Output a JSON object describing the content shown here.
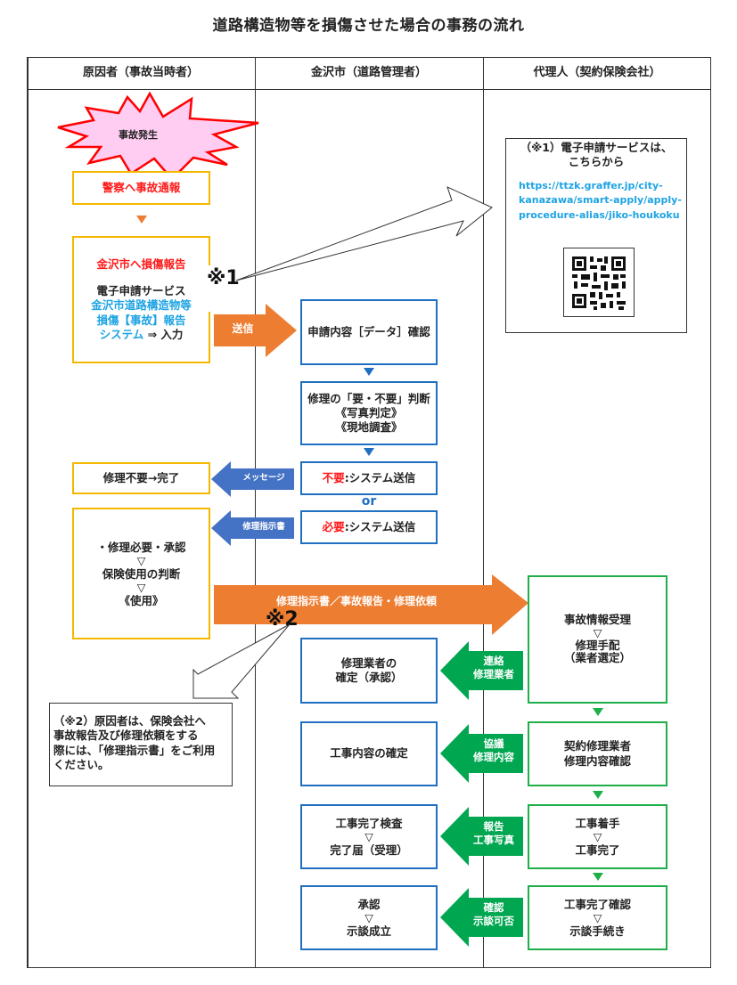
{
  "title": "道路構造物等を損傷させた場合の事務の流れ",
  "columns": [
    {
      "label": "原因者（事故当時者）"
    },
    {
      "label": "金沢市（道路管理者）"
    },
    {
      "label": "代理人（契約保険会社）"
    }
  ],
  "colors": {
    "cause_box": "#f5b800",
    "city_box": "#1f6fc2",
    "agent_box": "#1fae4a",
    "orange_arrow": "#ed7d31",
    "blue_arrow": "#4472c4",
    "green_arrow": "#00a650",
    "burst_fill": "#ffccf2",
    "burst_stroke": "#ff0000",
    "highlight_red": "#ff1a1a",
    "link_cyan": "#1ea3e3"
  },
  "cause": {
    "accident_burst": "事故発生",
    "police_report": "警察へ事故通報",
    "damage_report": {
      "heading": "金沢市へ損傷報告",
      "line1": "電子申請サービス",
      "system_name_1": "金沢市道路構造物等",
      "system_name_2": "損傷【事故】報告",
      "system_name_3": "システム",
      "input_suffix": " ⇒ 入力"
    },
    "no_repair_done": "修理不要→完了",
    "repair_needed": {
      "line1": "・修理必要・承認",
      "sep1": "▽",
      "line2": "保険使用の判断",
      "sep2": "▽",
      "line3": "《使用》"
    },
    "ref_mark_1": "※1",
    "ref_mark_2": "※2"
  },
  "city": {
    "check_application": "申請内容［データ］確認",
    "repair_judgement": {
      "line1": "修理の「要・不要」判断",
      "line2": "《写真判定》",
      "line3": "《現地調査》"
    },
    "not_needed": {
      "highlight": "不要",
      "rest": ":システム送信"
    },
    "or_label": "or",
    "needed": {
      "highlight": "必要",
      "rest": ":システム送信"
    },
    "contractor_confirm": {
      "line1": "修理業者の",
      "line2": "確定（承認）"
    },
    "work_content_confirm": "工事内容の確定",
    "completion_inspection": {
      "line1": "工事完了検査",
      "sep": "▽",
      "line2": "完了届（受理）"
    },
    "settlement": {
      "line1": "承認",
      "sep": "▽",
      "line2": "示談成立"
    }
  },
  "agent": {
    "note1": {
      "heading_1": "（※1）電子申請サービスは、",
      "heading_2": "こちらから",
      "url_1": "https://ttzk.graffer.jp/city-",
      "url_2": "kanazawa/smart-apply/apply-",
      "url_3": "procedure-alias/jiko-houkoku",
      "qr_code_icon": "qr-code"
    },
    "accident_info_received": {
      "line1": "事故情報受理",
      "sep": "▽",
      "line2": "修理手配",
      "line3": "（業者選定）"
    },
    "contract_repairer": {
      "line1": "契約修理業者",
      "line2": "修理内容確認"
    },
    "work_start": {
      "line1": "工事着手",
      "sep": "▽",
      "line2": "工事完了"
    },
    "completion_check": {
      "line1": "工事完了確認",
      "sep": "▽",
      "line2": "示談手続き"
    }
  },
  "arrows": {
    "send": "送信",
    "message": "メッセージ",
    "repair_instruction": "修理指示書",
    "big_orange": "修理指示書／事故報告・修理依頼",
    "contact": {
      "line1": "連絡",
      "line2": "修理業者"
    },
    "consult": {
      "line1": "協議",
      "line2": "修理内容"
    },
    "report": {
      "line1": "報告",
      "line2": "工事写真"
    },
    "confirm": {
      "line1": "確認",
      "line2": "示談可否"
    }
  },
  "note2": {
    "line1": "（※2）原因者は、保険会社へ",
    "line2": "事故報告及び修理依頼をする",
    "line3": "際には、「修理指示書」をご利用",
    "line4": "ください。"
  }
}
